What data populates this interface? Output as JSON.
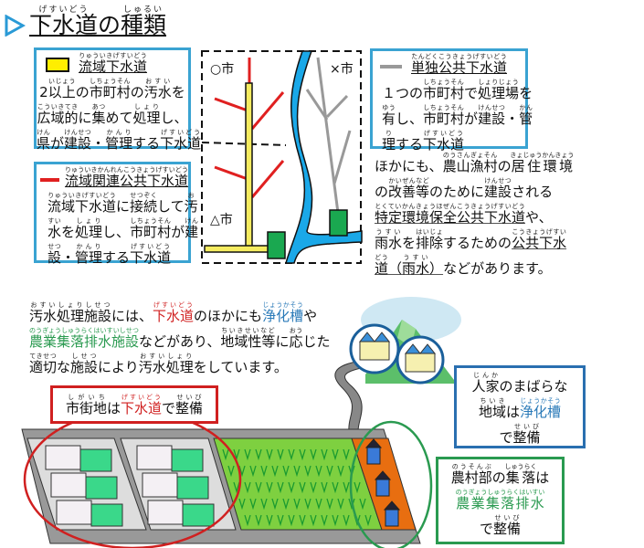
{
  "title": {
    "text": "下水道の種類",
    "ruby_parts": [
      {
        "t": "下水道",
        "r": "げすいどう"
      },
      {
        "t": "の"
      },
      {
        "t": "種類",
        "r": "しゅるい"
      }
    ],
    "icon": "triangle-right-icon",
    "icon_color": "#2a9ad6"
  },
  "box1": {
    "legend_color": "#ffee00",
    "title": [
      {
        "t": "流域下水道",
        "r": "りゅういきげすいどう"
      }
    ],
    "lines": [
      [
        {
          "t": "2"
        },
        {
          "t": "以上",
          "r": "いじょう"
        },
        {
          "t": "の"
        },
        {
          "t": "市町村",
          "r": "しちょうそん"
        },
        {
          "t": "の"
        },
        {
          "t": "汚水",
          "r": "おすい"
        },
        {
          "t": "を"
        }
      ],
      [
        {
          "t": "広域的",
          "r": "こういきてき"
        },
        {
          "t": "に"
        },
        {
          "t": "集",
          "r": "あつ"
        },
        {
          "t": "めて"
        },
        {
          "t": "処理",
          "r": "しょり"
        },
        {
          "t": "し、"
        }
      ],
      [
        {
          "t": "県",
          "r": "けん"
        },
        {
          "t": "が"
        },
        {
          "t": "建設",
          "r": "けんせつ"
        },
        {
          "t": "・"
        },
        {
          "t": "管理",
          "r": "かんり"
        },
        {
          "t": "する"
        },
        {
          "t": "下水道",
          "r": "げすいどう"
        }
      ]
    ]
  },
  "box2": {
    "legend_color": "#e02020",
    "title": [
      {
        "t": "流域関連公共下水道",
        "r": "りゅういきかんれんこうきょうげすいどう"
      }
    ],
    "lines": [
      [
        {
          "t": "流域下水道",
          "r": "りゅういきげすいどう"
        },
        {
          "t": "に"
        },
        {
          "t": "接続",
          "r": "せつぞく"
        },
        {
          "t": "して"
        },
        {
          "t": "汚",
          "r": "お"
        }
      ],
      [
        {
          "t": "水",
          "r": "すい"
        },
        {
          "t": "を"
        },
        {
          "t": "処理",
          "r": "しょり"
        },
        {
          "t": "し、"
        },
        {
          "t": "市町村",
          "r": "しちょうそん"
        },
        {
          "t": "が"
        },
        {
          "t": "建",
          "r": "けん"
        }
      ],
      [
        {
          "t": "設",
          "r": "せつ"
        },
        {
          "t": "・"
        },
        {
          "t": "管理",
          "r": "かんり"
        },
        {
          "t": "する"
        },
        {
          "t": "下水道",
          "r": "げすいどう"
        }
      ]
    ]
  },
  "box3": {
    "legend_color": "#999999",
    "title": [
      {
        "t": "単独公共下水道",
        "r": "たんどくこうきょうげすいどう"
      }
    ],
    "lines": [
      [
        {
          "t": "１つの"
        },
        {
          "t": "市町村",
          "r": "しちょうそん"
        },
        {
          "t": "で"
        },
        {
          "t": "処理場",
          "r": "しょりじょう"
        },
        {
          "t": "を"
        }
      ],
      [
        {
          "t": "有",
          "r": "ゆう"
        },
        {
          "t": "し、"
        },
        {
          "t": "市町村",
          "r": "しちょうそん"
        },
        {
          "t": "が"
        },
        {
          "t": "建設",
          "r": "けんせつ"
        },
        {
          "t": "・"
        },
        {
          "t": "管",
          "r": "かん"
        }
      ],
      [
        {
          "t": "理",
          "r": "り"
        },
        {
          "t": "する"
        },
        {
          "t": "下水道",
          "r": "げすいどう"
        }
      ]
    ]
  },
  "other_para": {
    "lines": [
      [
        {
          "t": "ほかにも、"
        },
        {
          "t": "農山漁村",
          "r": "のうさんぎょそん"
        },
        {
          "t": "の"
        },
        {
          "t": "居住環境",
          "r": "きょじゅうかんきょう"
        }
      ],
      [
        {
          "t": "の"
        },
        {
          "t": "改善等",
          "r": "かいぜんなど"
        },
        {
          "t": "のために"
        },
        {
          "t": "建設",
          "r": "けんせつ"
        },
        {
          "t": "される"
        }
      ],
      [
        {
          "t": "特定環境保全公共下水道",
          "r": "とくていかんきょうほぜんこうきょうげすいどう",
          "c": "u"
        },
        {
          "t": "や、"
        }
      ],
      [
        {
          "t": "雨水",
          "r": "うすい"
        },
        {
          "t": "を"
        },
        {
          "t": "排除",
          "r": "はいじょ"
        },
        {
          "t": "するための"
        },
        {
          "t": "公共下水",
          "r": "こうきょうげすい",
          "c": "u"
        }
      ],
      [
        {
          "t": "道",
          "r": "どう",
          "c": "u"
        },
        {
          "t": "（",
          "c": "u"
        },
        {
          "t": "雨水",
          "r": "うすい",
          "c": "u"
        },
        {
          "t": "）",
          "c": "u"
        },
        {
          "t": "などがあります。"
        }
      ]
    ]
  },
  "diagram": {
    "city_o": "○市",
    "city_x": "×市",
    "city_t": "△市",
    "river_color": "#1aa8e8",
    "plant_color": "#1aa850"
  },
  "intro_para": {
    "lines": [
      [
        {
          "t": "汚水処理施設",
          "r": "おすいしょりしせつ"
        },
        {
          "t": "には、"
        },
        {
          "t": "下水道",
          "r": "げすいどう",
          "c": "red"
        },
        {
          "t": "のほかにも"
        },
        {
          "t": "浄化槽",
          "r": "じょうかそう",
          "c": "blue"
        },
        {
          "t": "や"
        }
      ],
      [
        {
          "t": "農業集落排水施設",
          "r": "のうぎょうしゅうらくはいすいしせつ",
          "c": "green"
        },
        {
          "t": "などがあり、"
        },
        {
          "t": "地域性等",
          "r": "ちいきせいなど"
        },
        {
          "t": "に"
        },
        {
          "t": "応",
          "r": "おう"
        },
        {
          "t": "じた"
        }
      ],
      [
        {
          "t": "適切",
          "r": "てきせつ"
        },
        {
          "t": "な"
        },
        {
          "t": "施設",
          "r": "しせつ"
        },
        {
          "t": "により"
        },
        {
          "t": "汚水処理",
          "r": "おすいしょり"
        },
        {
          "t": "をしています。"
        }
      ]
    ]
  },
  "urban_box": {
    "color": "#d02020",
    "lines": [
      [
        {
          "t": "市街地",
          "r": "しがいち"
        },
        {
          "t": "は"
        },
        {
          "t": "下水道",
          "r": "げすいどう",
          "c": "red"
        },
        {
          "t": "で"
        },
        {
          "t": "整備",
          "r": "せいび"
        }
      ]
    ]
  },
  "sparse_box": {
    "color": "#2a6fb0",
    "lines": [
      [
        {
          "t": "人家",
          "r": "じんか"
        },
        {
          "t": "のまばらな"
        }
      ],
      [
        {
          "t": "地域",
          "r": "ちいき"
        },
        {
          "t": "は"
        },
        {
          "t": "浄化槽",
          "r": "じょうかそう",
          "c": "blue"
        }
      ],
      [
        {
          "t": "で"
        },
        {
          "t": "整備",
          "r": "せいび"
        }
      ]
    ]
  },
  "rural_box": {
    "color": "#2a9a50",
    "lines": [
      [
        {
          "t": "農村部",
          "r": "のうそんぶ"
        },
        {
          "t": "の"
        },
        {
          "t": "集落",
          "r": "しゅうらく"
        },
        {
          "t": "は"
        }
      ],
      [
        {
          "t": "農業集落排水",
          "r": "のうぎょうしゅうらくはいすい",
          "c": "green"
        }
      ],
      [
        {
          "t": "で"
        },
        {
          "t": "整備",
          "r": "せいび"
        }
      ]
    ]
  }
}
